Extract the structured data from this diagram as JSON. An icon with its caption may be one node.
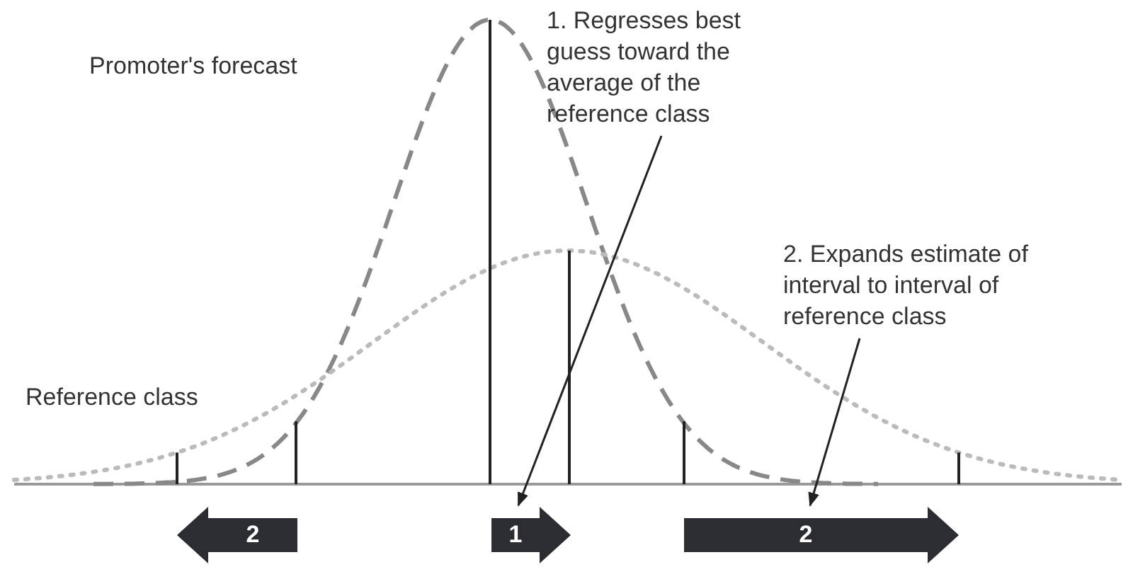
{
  "diagram": {
    "nodes": [
      {
        "text": [
          "1. Regresses best guess toward the average of the reference class"
        ]
      },
      {
        "text": [
          "2. Expands estimate of interval to interval of reference class"
        ]
      },
      {
        "text": [
          "2"
        ]
      },
      {
        "text": [
          "1"
        ]
      },
      {
        "text": [
          "2"
        ]
      }
    ],
    "edges": [
      {
        "from": 0,
        "to": 3,
        "arrow": "to"
      },
      {
        "from": 1,
        "to": 4,
        "arrow": "to"
      }
    ],
    "labels": [
      "Promoter's forecast",
      "Reference class"
    ]
  }
}
